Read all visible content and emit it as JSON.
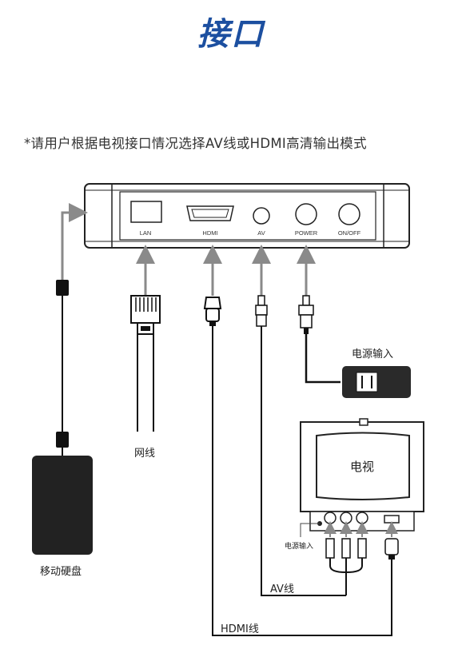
{
  "title": "接口",
  "subtitle": "*请用户根据电视接口情况选择AV线或HDMI高清输出模式",
  "device": {
    "ports": [
      {
        "label": "LAN"
      },
      {
        "label": "HDMI"
      },
      {
        "label": "AV"
      },
      {
        "label": "POWER"
      },
      {
        "label": "ON/OFF"
      }
    ]
  },
  "labels": {
    "power_input": "电源输入",
    "network_cable": "网线",
    "mobile_hdd": "移动硬盘",
    "tv": "电视",
    "tv_power_input": "电源输入",
    "av_cable": "AV线",
    "hdmi_cable": "HDMI线"
  },
  "colors": {
    "title": "#1c4fa0",
    "device": "#222222",
    "arrow": "#8a8a8a",
    "cable": "#111111"
  }
}
